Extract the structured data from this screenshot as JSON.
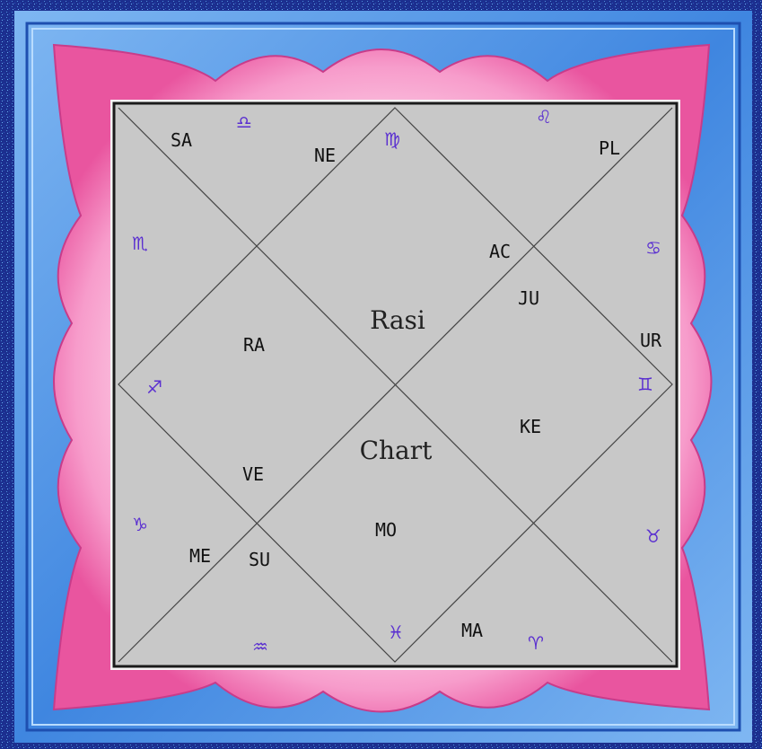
{
  "chart": {
    "center_line1": "Rasi",
    "center_line2": "Chart",
    "planets": {
      "sa": "SA",
      "ne": "NE",
      "pl": "PL",
      "ac": "AC",
      "ju": "JU",
      "ur": "UR",
      "ra": "RA",
      "ke": "KE",
      "ve": "VE",
      "mo": "MO",
      "me": "ME",
      "su": "SU",
      "ma": "MA"
    },
    "signs": {
      "libra": "♎",
      "virgo": "♍",
      "leo": "♌",
      "scorpio": "♏",
      "cancer": "♋",
      "sagittarius": "♐",
      "gemini": "♊",
      "capricorn": "♑",
      "taurus": "♉",
      "aquarius": "♒",
      "pisces": "♓",
      "aries": "♈"
    }
  },
  "colors": {
    "chart_bg": "#c8c8c8",
    "frame_blue": "#3f86e0",
    "frame_pink": "#f07ab8",
    "sign_glyph": "#5a2fd0"
  }
}
